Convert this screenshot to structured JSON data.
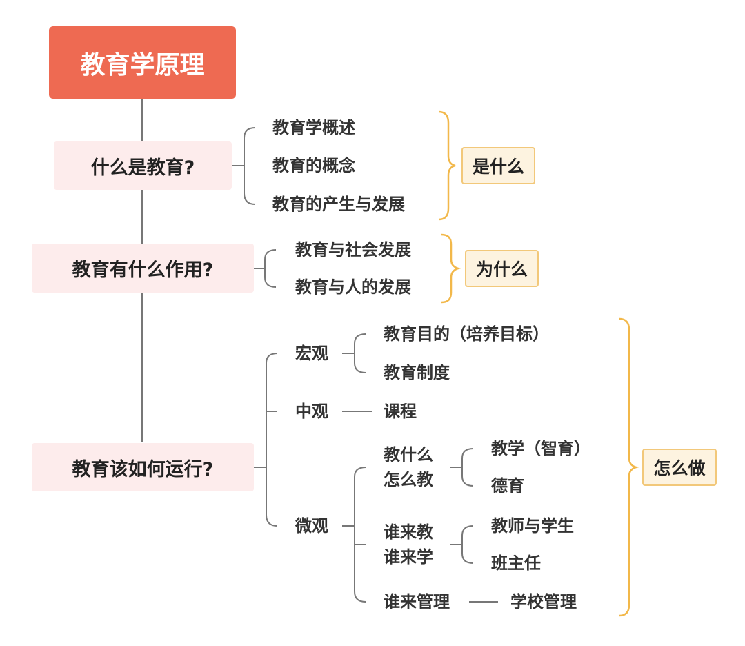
{
  "title": "教育学原理",
  "sections": {
    "what": {
      "label": "什么是教育?",
      "items": [
        "教育学概述",
        "教育的概念",
        "教育的产生与发展"
      ],
      "tag": "是什么"
    },
    "why": {
      "label": "教育有什么作用?",
      "items": [
        "教育与社会发展",
        "教育与人的发展"
      ],
      "tag": "为什么"
    },
    "how": {
      "label": "教育该如何运行?",
      "macro": {
        "label": "宏观",
        "items": [
          "教育目的（培养目标）",
          "教育制度"
        ]
      },
      "meso": {
        "label": "中观",
        "item": "课程"
      },
      "micro": {
        "label": "微观",
        "teach_what": {
          "line1": "教什么",
          "line2": "怎么教",
          "items": [
            "教学（智育）",
            "德育"
          ]
        },
        "who_teach": {
          "line1": "谁来教",
          "line2": "谁来学",
          "items": [
            "教师与学生",
            "班主任"
          ]
        },
        "who_manage": {
          "label": "谁来管理",
          "item": "学校管理"
        }
      },
      "tag": "怎么做"
    }
  }
}
